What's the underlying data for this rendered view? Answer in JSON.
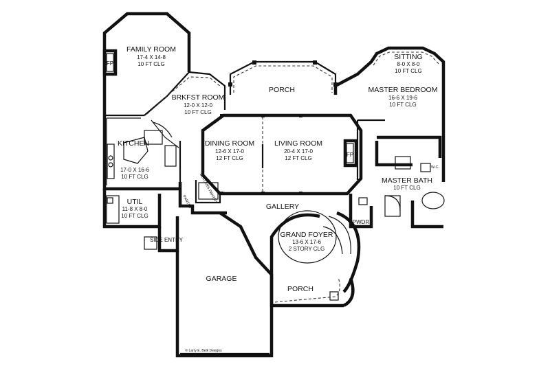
{
  "rooms": {
    "family_room": {
      "name": "FAMILY ROOM",
      "size": "17-4 X 14-8",
      "ceiling": "10 FT CLG"
    },
    "brkfst_room": {
      "name": "BRKFST ROOM",
      "size": "12-0 X 12-0",
      "ceiling": "10 FT CLG"
    },
    "porch_rear": {
      "name": "PORCH"
    },
    "sitting": {
      "name": "SITTING",
      "size": "8-0 X 8-0",
      "ceiling": "10 FT CLG"
    },
    "master_bedroom": {
      "name": "MASTER BEDROOM",
      "size": "16-6 X 19-6",
      "ceiling": "10 FT CLG"
    },
    "kitchen": {
      "name": "KITCHEN",
      "size": "17-0 X 16-6",
      "ceiling": "10 FT CLG"
    },
    "dining_room": {
      "name": "DINING ROOM",
      "size": "12-6 X 17-0",
      "ceiling": "12 FT CLG"
    },
    "living_room": {
      "name": "LIVING ROOM",
      "size": "20-4 X 17-0",
      "ceiling": "12 FT CLG"
    },
    "master_bath": {
      "name": "MASTER BATH",
      "ceiling": "10 FT CLG"
    },
    "util": {
      "name": "UTIL",
      "size": "11-8 X 8-0",
      "ceiling": "10 FT CLG"
    },
    "gallery": {
      "name": "GALLERY"
    },
    "pantry": {
      "name": "PANTRY"
    },
    "butlers_pantry": {
      "name": "BUTLERS PANTRY"
    },
    "pwdr": {
      "name": "PWDR"
    },
    "grand_foyer": {
      "name": "GRAND FOYER",
      "size": "13-6 X 17-6",
      "ceiling": "2 STORY CLG"
    },
    "side_entry": {
      "name": "SIDE ENTRY"
    },
    "garage": {
      "name": "GARAGE"
    },
    "porch_front": {
      "name": "PORCH"
    }
  },
  "fixtures": {
    "fp_family": "FP",
    "fp_living": "FP",
    "wic": "W.C."
  },
  "credit": "© Larry E. Belk Designs"
}
